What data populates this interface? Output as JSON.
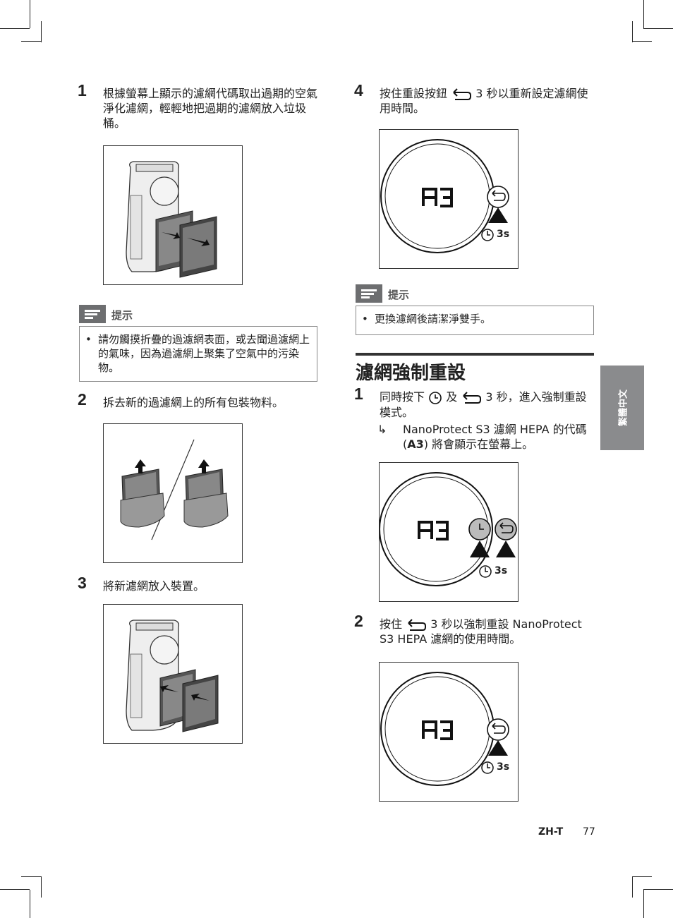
{
  "steps_left": [
    {
      "num": "1",
      "text": "根據螢幕上顯示的濾網代碼取出過期的空氣淨化濾網，輕輕地把過期的濾網放入垃圾桶。"
    },
    {
      "num": "2",
      "text": "拆去新的過濾網上的所有包裝物料。"
    },
    {
      "num": "3",
      "text": "將新濾網放入裝置。"
    }
  ],
  "note_left": {
    "label": "提示",
    "bullet": "•",
    "text": "請勿觸摸折疊的過濾網表面，或去聞過濾網上的氣味，因為過濾網上聚集了空氣中的污染物。"
  },
  "step4": {
    "num": "4",
    "before": "按住重設按鈕",
    "after": "3 秒以重新設定濾網使用時間。"
  },
  "note_right": {
    "label": "提示",
    "bullet": "•",
    "text": "更換濾網後請潔淨雙手。"
  },
  "section_title": "濾網強制重設",
  "force_step1": {
    "num": "1",
    "t1": "同時按下",
    "t2": "及",
    "t3": "3 秒，進入強制重設模式。",
    "result_arrow": "↳",
    "result_a": "NanoProtect S3 濾網 HEPA 的代碼 (",
    "result_code": "A3",
    "result_b": ") 將會顯示在螢幕上。"
  },
  "force_step2": {
    "num": "2",
    "before": "按住",
    "after": "3 秒以強制重設 NanoProtect S3 HEPA 濾網的使用時間。"
  },
  "display": {
    "code": "A3",
    "hold": "3s"
  },
  "language_tab": "繁體中文",
  "footer": {
    "lang": "ZH-T",
    "page": "77"
  }
}
